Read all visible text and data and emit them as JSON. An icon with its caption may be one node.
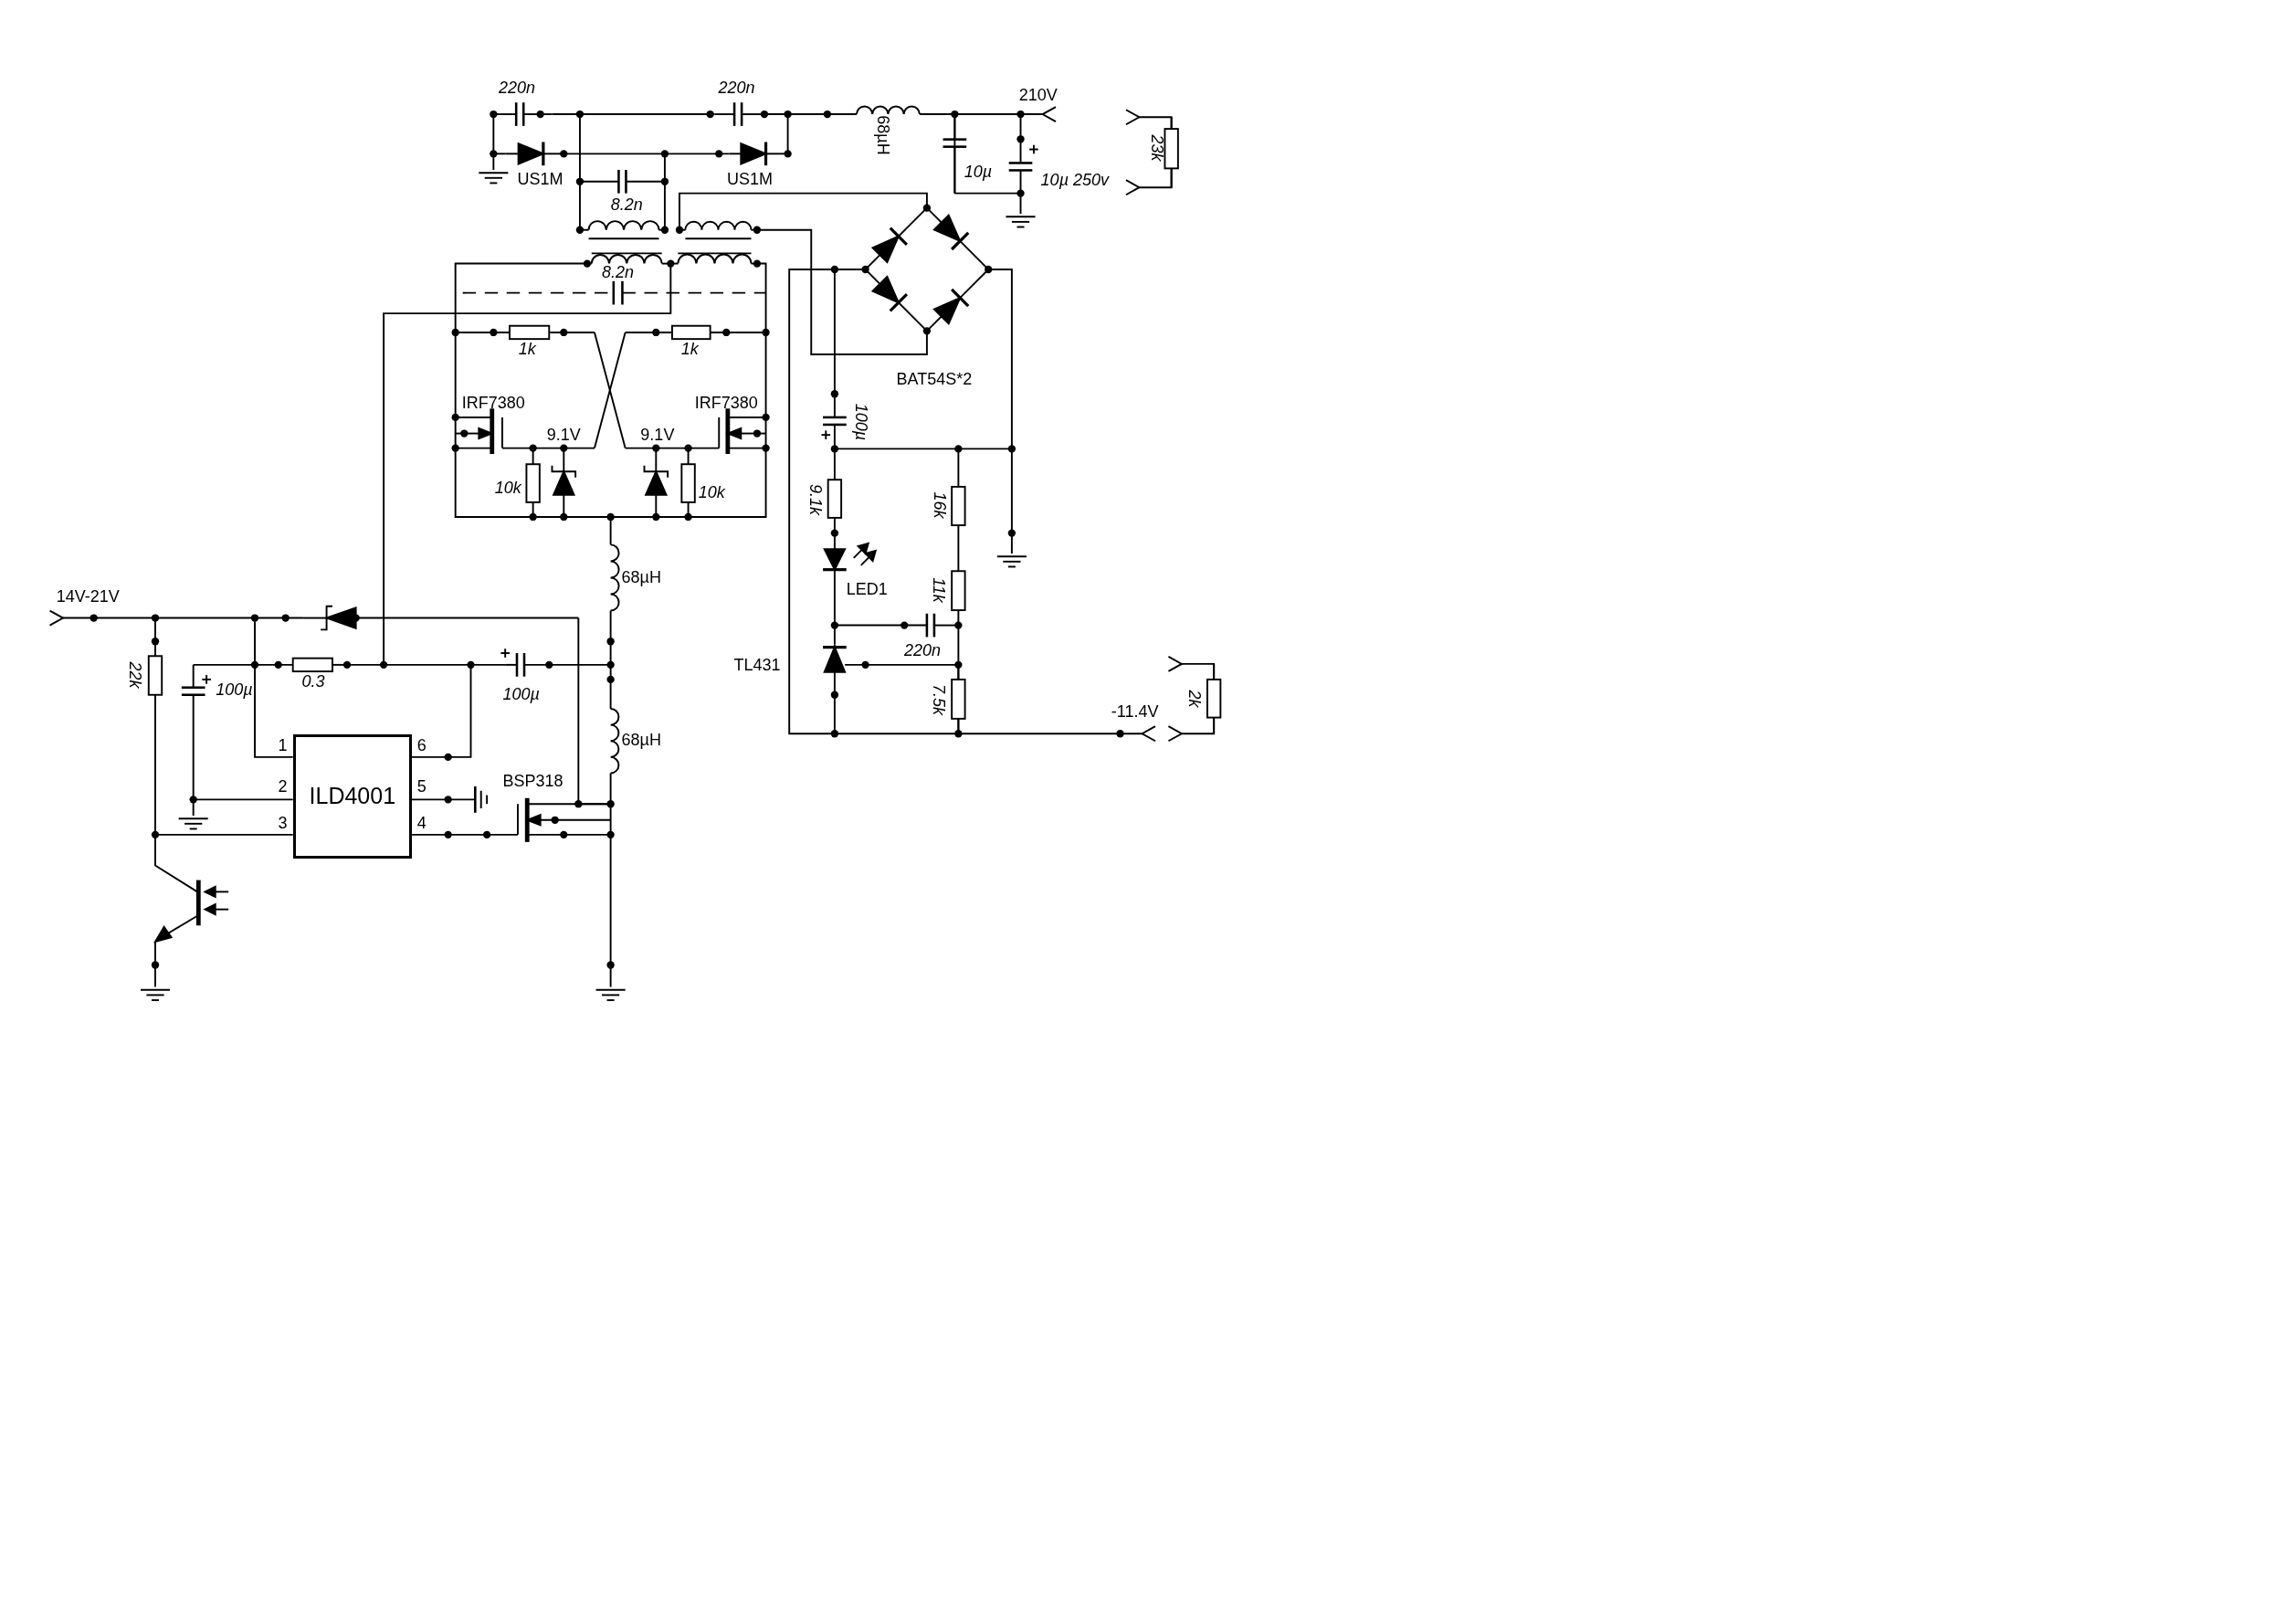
{
  "diagram": {
    "nodes": [
      {
        "text": [
          "ILD4001"
        ],
        "beside": [
          "1",
          "6",
          "2",
          "5",
          "3",
          "4"
        ]
      }
    ],
    "labels": [
      "220n",
      "220n",
      "210V",
      "23k",
      "US1M",
      "68µH",
      "US1M",
      "10µ",
      "10µ 250v",
      "8.2n",
      "8.2n",
      "1k",
      "1k",
      "BAT54S*2",
      "IRF7380",
      "IRF7380",
      "100µ",
      "9.1V",
      "9.1V",
      "10k",
      "10k",
      "9.1k",
      "16k",
      "68µH",
      "11k",
      "LED1",
      "14V-21V",
      "22k",
      "220n",
      "0.3",
      "100µ",
      "TL431",
      "100µ",
      "2k",
      "7.5k",
      "-11.4V",
      "68µH",
      "BSP318"
    ]
  }
}
